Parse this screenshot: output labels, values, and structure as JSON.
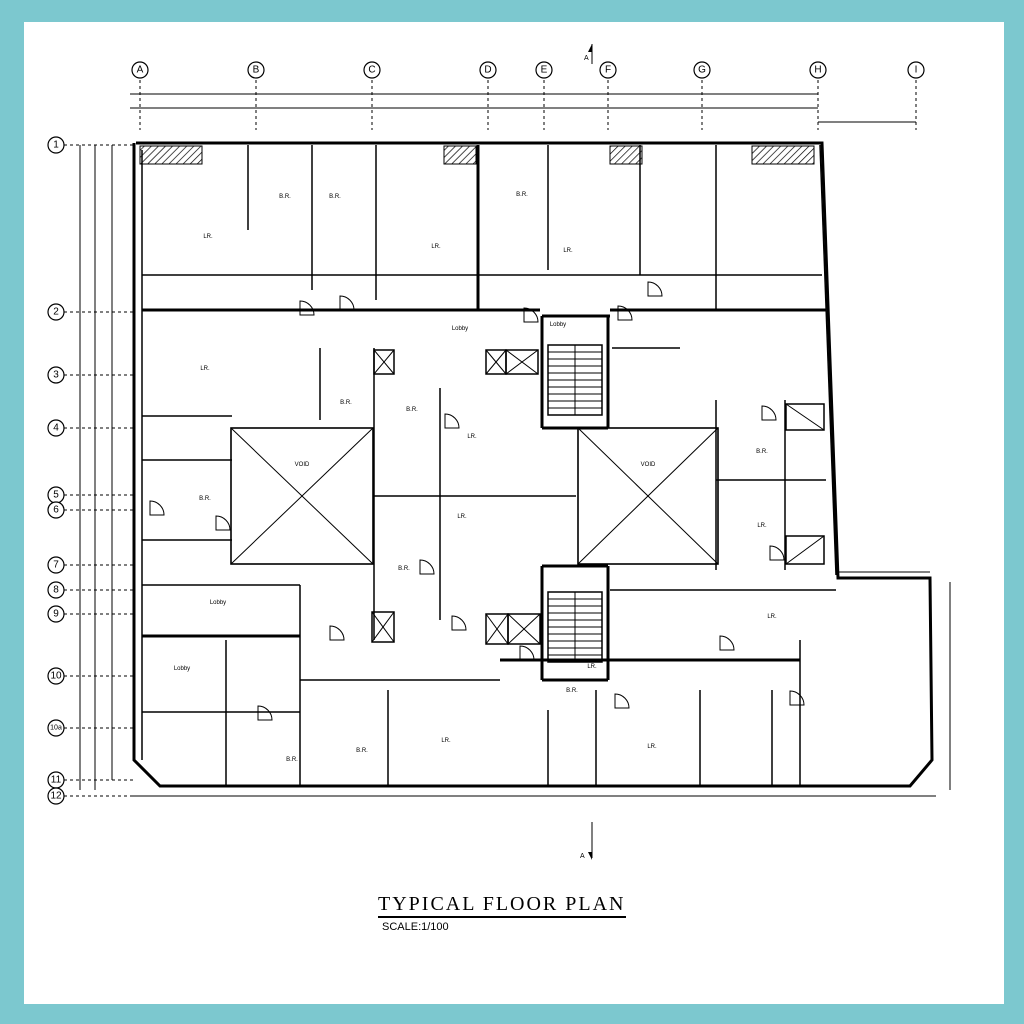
{
  "title": "TYPICAL FLOOR PLAN",
  "scale": "SCALE:1/100",
  "section_marker": "A",
  "grid_columns": [
    "A",
    "B",
    "C",
    "D",
    "E",
    "F",
    "G",
    "H",
    "I"
  ],
  "grid_rows": [
    "1",
    "2",
    "3",
    "4",
    "5",
    "6",
    "7",
    "8",
    "9",
    "10",
    "10a",
    "11",
    "12"
  ],
  "voids": [
    "VOID",
    "VOID"
  ],
  "rooms": [
    "LR.",
    "B.R.",
    "B.R.",
    "LR.",
    "B.R.",
    "LR.",
    "Lobby",
    "Lobby",
    "LR.",
    "B.R.",
    "B.R.",
    "LR.",
    "B.R.",
    "B.R.",
    "LR.",
    "Lobby",
    "Lobby",
    "LR.",
    "B.R.",
    "LR.",
    "B.R.",
    "LR.",
    "B.R.",
    "B.R.",
    "LR.",
    "LR."
  ]
}
